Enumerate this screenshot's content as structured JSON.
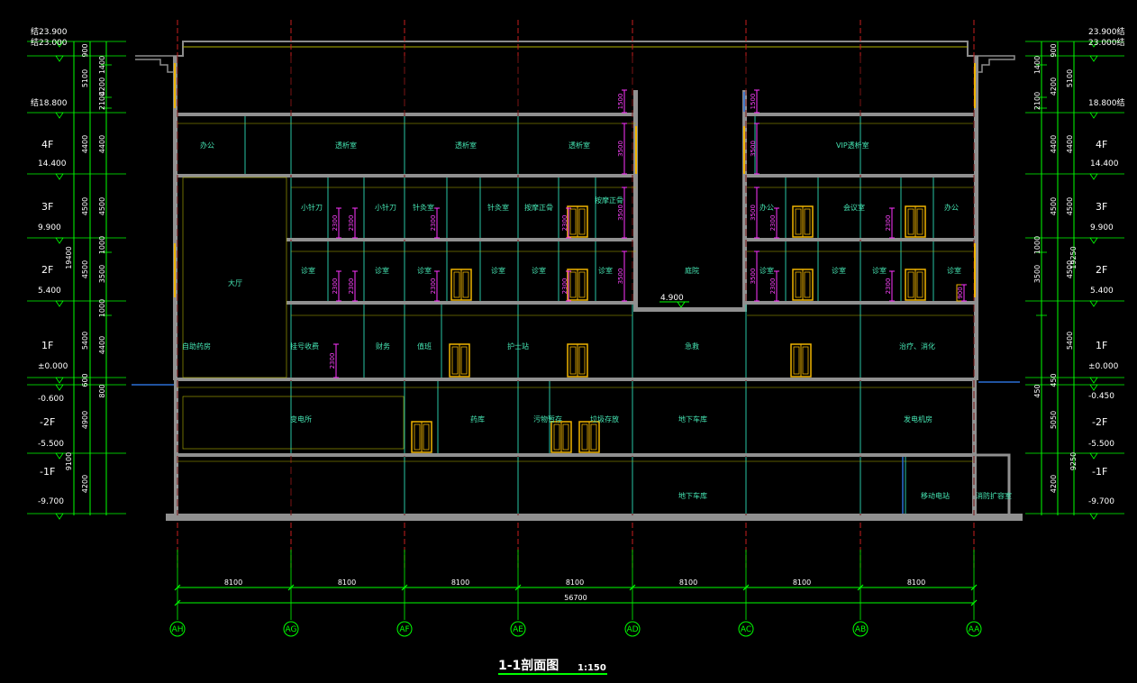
{
  "drawing": {
    "title": "1-1剖面图",
    "scale": "1:150"
  },
  "left_levels": [
    "23.900",
    "23.000",
    "18.800",
    "14.400",
    "9.900",
    "5.400",
    "±0.000",
    "-0.600",
    "-5.500",
    "-9.700"
  ],
  "left_level_prefix": "结",
  "right_levels": [
    "23.900",
    "23.000",
    "18.800",
    "14.400",
    "9.900",
    "5.400",
    "±0.000",
    "-0.450",
    "-5.500",
    "-9.700"
  ],
  "right_level_suffix": "结",
  "floor_labels": [
    "4F",
    "3F",
    "2F",
    "1F",
    "-2F",
    "-1F"
  ],
  "left_dims": {
    "col1": [
      "900",
      "5100",
      "4400",
      "4500",
      "4500",
      "5400",
      "600",
      "4900",
      "4200"
    ],
    "col2": [
      "1400",
      "4200",
      "2100",
      "4400",
      "4500",
      "1000",
      "3500",
      "1000",
      "4400",
      "800"
    ],
    "totals": [
      "19400",
      "9100"
    ]
  },
  "right_dims": {
    "col1": [
      "900",
      "5100",
      "4400",
      "4500",
      "4500",
      "5400",
      "450",
      "5050",
      "4200"
    ],
    "col2": [
      "1400",
      "4200",
      "2100",
      "4400",
      "4500",
      "1000",
      "3500",
      "450"
    ],
    "totals": [
      "19250",
      "9250"
    ]
  },
  "door_heights": [
    "2300",
    "3500",
    "1500",
    "900"
  ],
  "intermediate_level": "4.900",
  "rooms": {
    "f4": [
      "办公",
      "透析室",
      "透析室",
      "透析室",
      "VIP透析室"
    ],
    "f3": [
      "小针刀",
      "小针刀",
      "针灸室",
      "针灸室",
      "按摩正骨",
      "按摩正骨",
      "办公",
      "会议室",
      "办公"
    ],
    "f2": [
      "诊室",
      "诊室",
      "诊室",
      "诊室",
      "诊室",
      "诊室",
      "庭院",
      "诊室",
      "诊室",
      "诊室",
      "诊室"
    ],
    "f1": [
      "自助药房",
      "挂号收费",
      "财务",
      "值班",
      "护士站",
      "急救",
      "治疗、消化"
    ],
    "hall": "大厅",
    "b1": [
      "变电所",
      "药库",
      "污物暂存",
      "垃圾存放",
      "地下车库",
      "发电机房"
    ],
    "b2": [
      "地下车库",
      "移动电站",
      "消防扩容室"
    ]
  },
  "bay_dims": [
    "8100",
    "8100",
    "8100",
    "8100",
    "8100",
    "8100",
    "8100"
  ],
  "total_dim": "56700",
  "axes": [
    "AH",
    "AG",
    "AF",
    "AE",
    "AD",
    "AC",
    "AB",
    "AA"
  ],
  "colors": {
    "background": "#000000",
    "wall": "#8c8c8c",
    "slab": "#909090",
    "grid_red": "#c81e1e",
    "dimension_green": "#00ff00",
    "partition_teal": "#27c3a4",
    "door_orange": "#f0b400",
    "dim_magenta": "#ff33ff",
    "outline_yellow": "#b4b400",
    "glass_blue": "#2a6fd6"
  }
}
